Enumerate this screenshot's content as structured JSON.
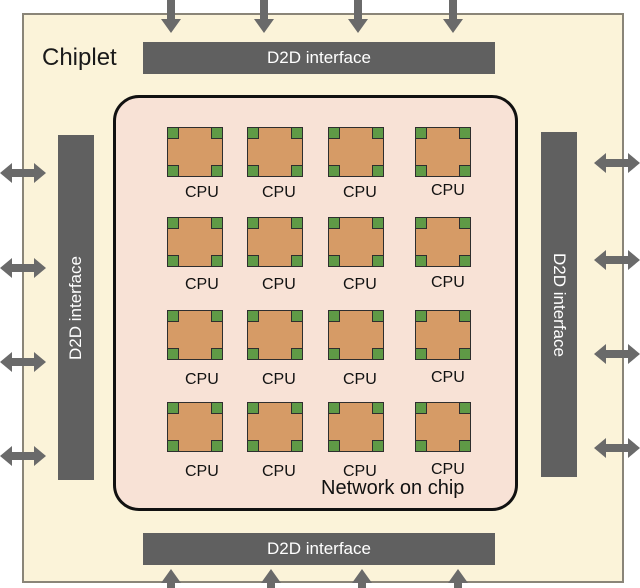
{
  "title": "Chiplet",
  "d2d": {
    "top": "D2D interface",
    "bottom": "D2D interface",
    "left": "D2D interface",
    "right": "D2D interface"
  },
  "network_label": "Network on chip",
  "cpu_label": "CPU",
  "cpu_count": 16,
  "colors": {
    "chiplet_fill": "#fbf3d9",
    "d2d_fill": "#606060",
    "noc_fill": "#f8e2d6",
    "cpu_core": "#d69b66",
    "cpu_pad": "#5f9a46",
    "arrow": "#6a6a6a"
  }
}
